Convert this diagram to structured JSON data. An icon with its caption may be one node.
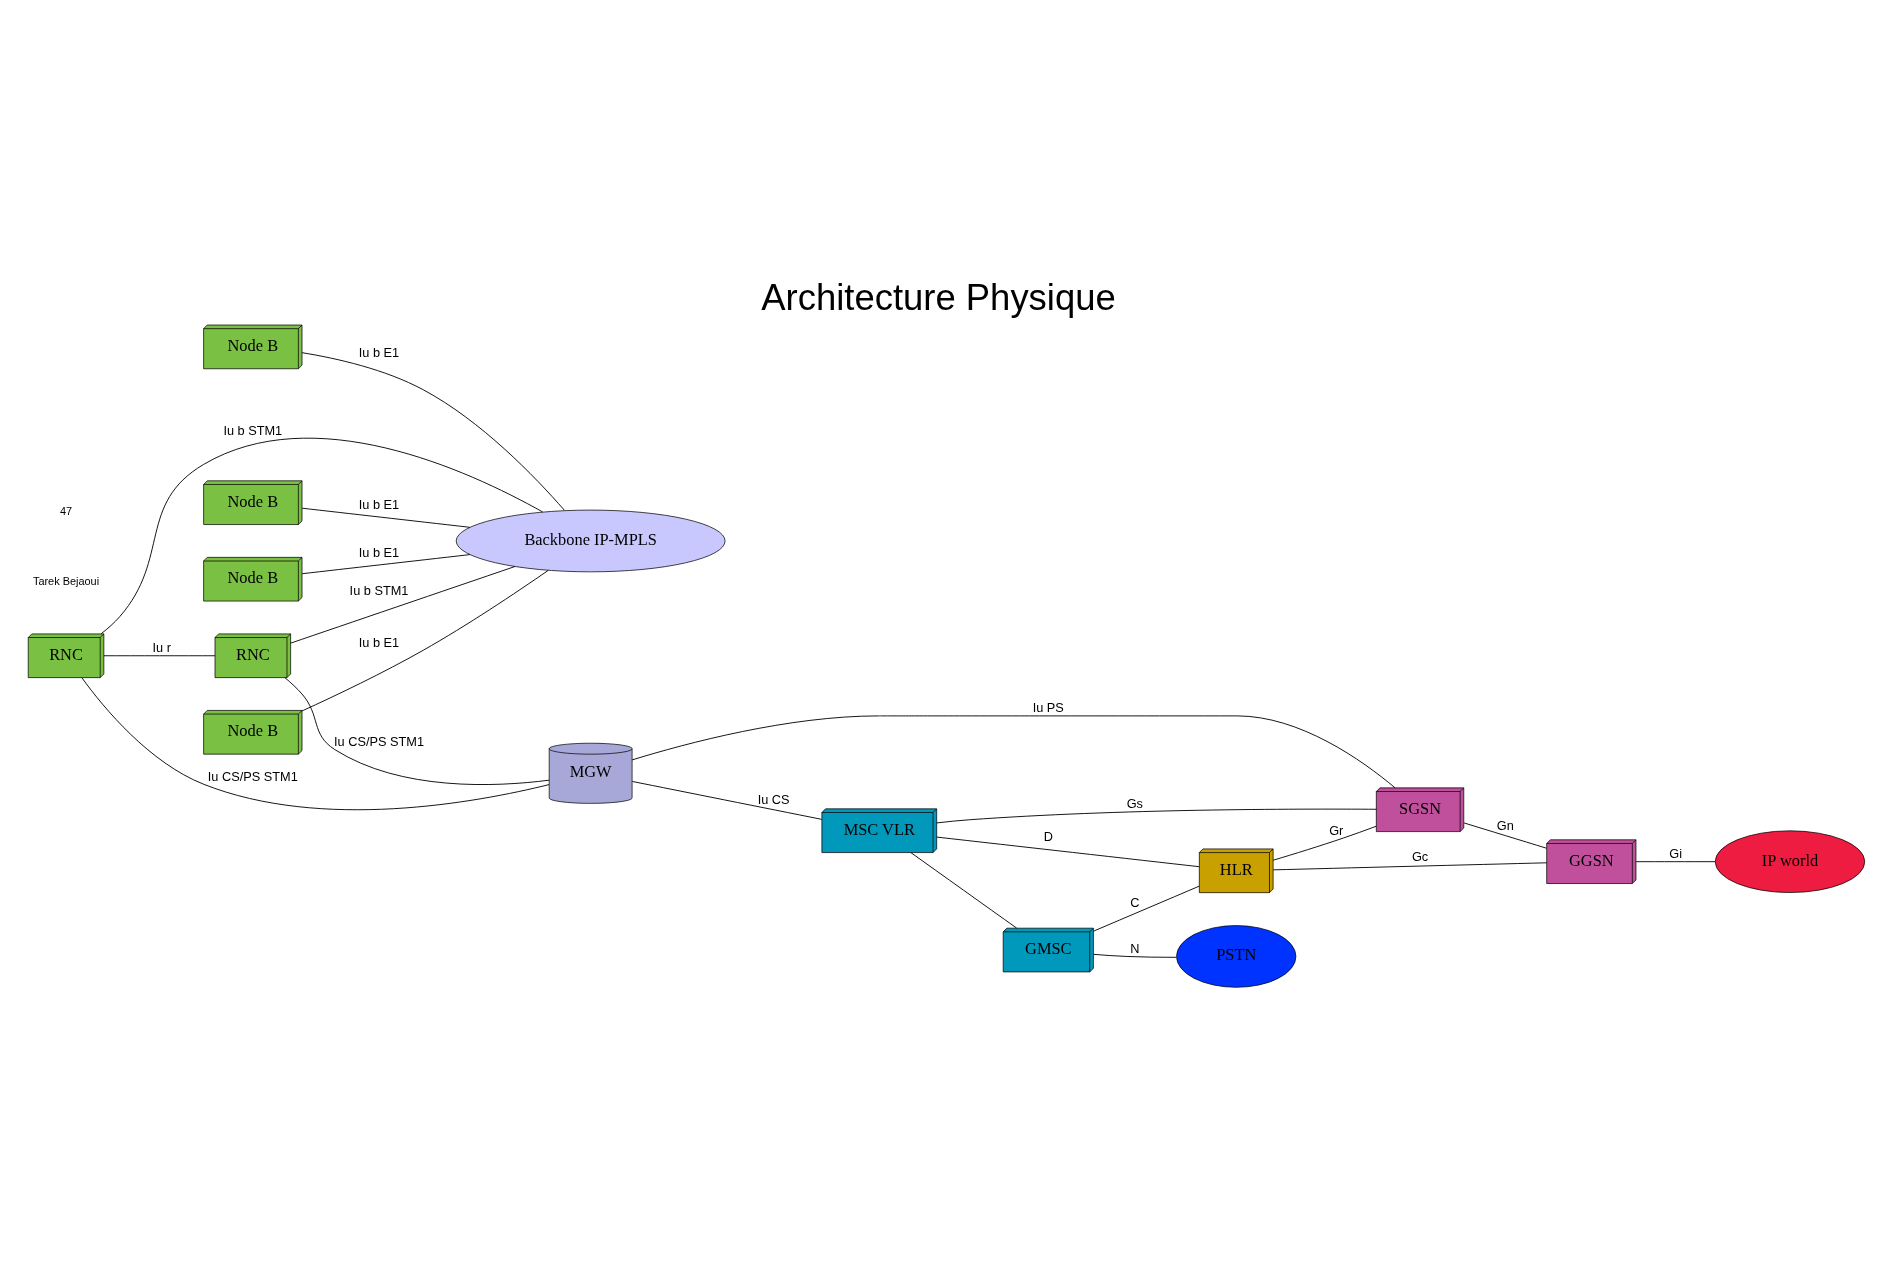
{
  "diagram": {
    "title": "Architecture Physique",
    "nodes": [
      {
        "text": [
          "RNC"
        ]
      },
      {
        "text": [
          "Node B"
        ]
      },
      {
        "text": [
          "Node B"
        ]
      },
      {
        "text": [
          "Node B"
        ]
      },
      {
        "text": [
          "Node B"
        ]
      },
      {
        "text": [
          "Backbone IP-MPLS"
        ]
      },
      {
        "text": [
          "RNC"
        ]
      },
      {
        "text": [
          "MGW"
        ]
      },
      {
        "text": [
          "MSC VLR"
        ]
      },
      {
        "text": [
          "GMSC"
        ]
      },
      {
        "text": [
          "PSTN"
        ]
      },
      {
        "text": [
          "HLR"
        ]
      },
      {
        "text": [
          "SGSN"
        ]
      },
      {
        "text": [
          "GGSN"
        ]
      },
      {
        "text": [
          "IP world"
        ]
      }
    ],
    "edges": [
      {
        "from": 1,
        "to": 5,
        "arrow": "none",
        "label": "Iu b E1"
      },
      {
        "from": 2,
        "to": 5,
        "arrow": "none",
        "label": "Iu b E1"
      },
      {
        "from": 3,
        "to": 5,
        "arrow": "none",
        "label": "Iu b E1"
      },
      {
        "from": 4,
        "to": 5,
        "arrow": "none",
        "label": "Iu b E1"
      },
      {
        "from": 0,
        "to": 5,
        "arrow": "none",
        "label": "Iu b STM1"
      },
      {
        "from": 0,
        "to": 6,
        "arrow": "none",
        "label": "Iu r"
      },
      {
        "from": 6,
        "to": 5,
        "arrow": "none",
        "label": "Iu b STM1"
      },
      {
        "from": 0,
        "to": 7,
        "arrow": "none",
        "label": "Iu CS/PS STM1"
      },
      {
        "from": 6,
        "to": 7,
        "arrow": "none",
        "label": "Iu CS/PS STM1"
      },
      {
        "from": 7,
        "to": 8,
        "arrow": "none",
        "label": "Iu CS"
      },
      {
        "from": 7,
        "to": 12,
        "arrow": "none",
        "label": "Iu PS"
      },
      {
        "from": 8,
        "to": 9,
        "arrow": "none"
      },
      {
        "from": 9,
        "to": 10,
        "arrow": "none",
        "label": "N"
      },
      {
        "from": 8,
        "to": 11,
        "arrow": "none",
        "label": "D"
      },
      {
        "from": 9,
        "to": 11,
        "arrow": "none",
        "label": "C"
      },
      {
        "from": 8,
        "to": 12,
        "arrow": "none",
        "label": "Gs"
      },
      {
        "from": 11,
        "to": 12,
        "arrow": "none",
        "label": "Gr"
      },
      {
        "from": 11,
        "to": 13,
        "arrow": "none",
        "label": "Gc"
      },
      {
        "from": 12,
        "to": 13,
        "arrow": "none",
        "label": "Gn"
      },
      {
        "from": 13,
        "to": 14,
        "arrow": "none",
        "label": "Gi"
      }
    ],
    "labels": [
      "Tarek Bejaoui",
      "47"
    ]
  }
}
